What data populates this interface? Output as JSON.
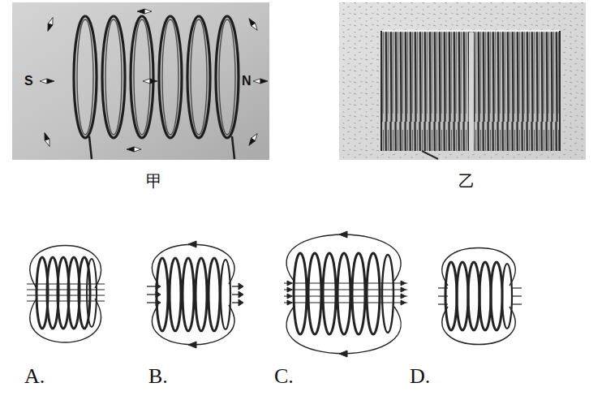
{
  "diagram": {
    "labels": [
      "S",
      "N",
      "甲",
      "乙",
      "A.",
      "B.",
      "C.",
      "D."
    ]
  }
}
